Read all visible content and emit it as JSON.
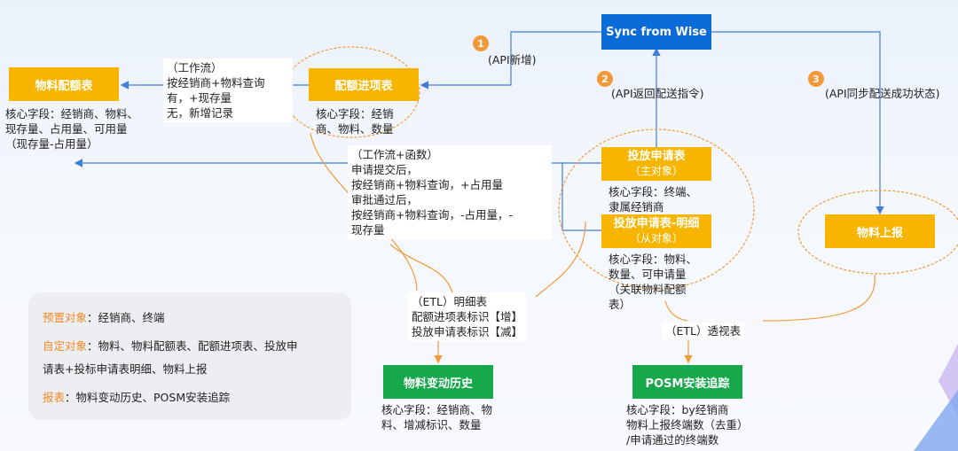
{
  "nodes": {
    "sync": "Sync from Wise",
    "quota_table": "物料配额表",
    "quota_progress": "配额进项表",
    "apply_title": "投放申请表",
    "apply_sub": "（主对象）",
    "detail_title": "投放申请表-明细",
    "detail_sub": "（从对象）",
    "report": "物料上报",
    "history": "物料变动历史",
    "posm": "POSM安装追踪"
  },
  "steps": [
    {
      "num": "1",
      "label": "(API新增)"
    },
    {
      "num": "2",
      "label": "(API返回配送指令)"
    },
    {
      "num": "3",
      "label": "(API同步配送成功状态)"
    }
  ],
  "notes": {
    "workflow1": "（工作流）\n按经销商+物料查询\n有，+现存量\n无，新增记录",
    "quota_fields": "核心字段：经销商、物料、\n现存量、占用量、可用量\n（现存量-占用量）",
    "progress_fields": "核心字段：经销\n商、物料、数量",
    "workflow2": "（工作流+函数）\n申请提交后，\n按经销商+物料查询，+占用量\n审批通过后，\n按经销商+物料查询，-占用量，-\n现存量",
    "apply_fields": "核心字段：终端、\n隶属经销商",
    "detail_fields": "核心字段：物料、\n数量、可申请量\n（关联物料配额\n表）",
    "etl1": "（ETL）明细表\n配额进项表标识【增】\n投放申请表标识【减】",
    "etl2": "（ETL）透视表",
    "history_fields": "核心字段：经销商、物\n料、增减标识、数量",
    "posm_fields": "核心字段：by经销商\n物料上报终端数（去重）\n/申请通过的终端数"
  },
  "legend": {
    "preset_key": "预置对象",
    "preset_val": "：经销商、终端",
    "custom_key": "自定对象",
    "custom_val": "：物料、物料配额表、配额进项表、投放申",
    "custom_val2": "请表+投标申请表明细、物料上报",
    "report_key": "报表",
    "report_val": "：物料变动历史、POSM安装追踪"
  },
  "colors": {
    "yellow": "#f8b500",
    "blue": "#0b6bd8",
    "green": "#16a84a",
    "orange": "#f29a3a",
    "arrow": "#3f7fd8"
  }
}
